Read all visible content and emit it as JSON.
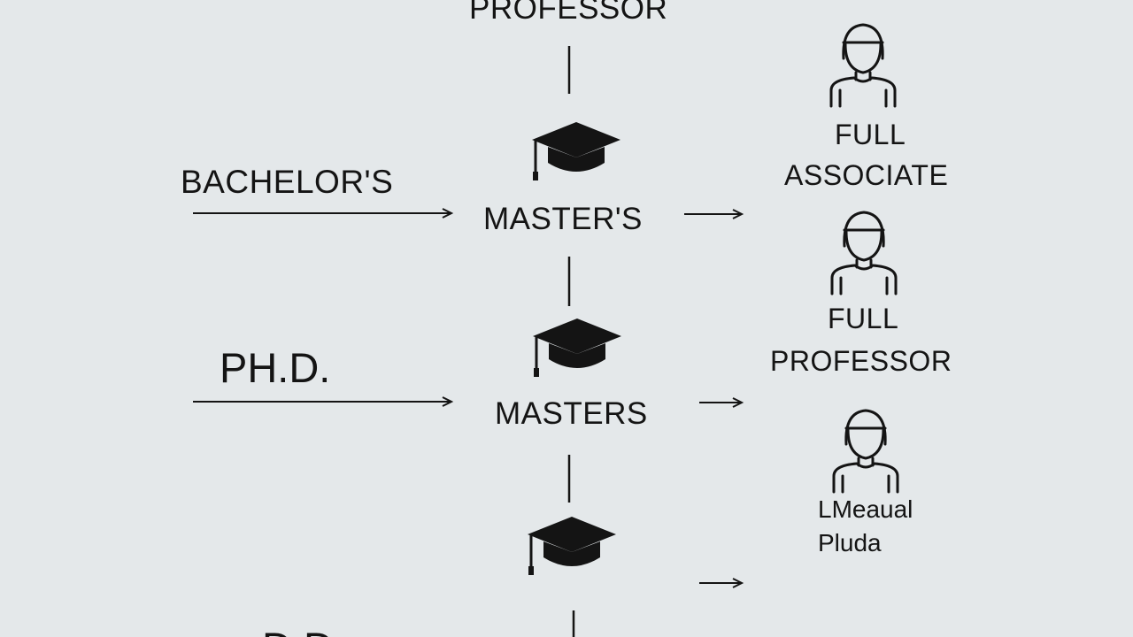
{
  "diagram": {
    "top_label": "PROFESSOR",
    "left_labels": {
      "bachelors": "BACHELOR'S",
      "phd": "PH.D.",
      "bottom_partial": "D D"
    },
    "middle_labels": {
      "masters_1": "MASTER'S",
      "masters_2": "MASTERS"
    },
    "right_labels": {
      "full_associate_line1": "FULL",
      "full_associate_line2": "ASSOCIATE",
      "full_professor_line1": "FULL",
      "full_professor_line2": "PROFESSOR",
      "garbled_line1": "LMeaual",
      "garbled_line2": "Pluda"
    },
    "icons": [
      "graduation-cap-icon",
      "graduation-cap-icon",
      "graduation-cap-icon",
      "professor-person-icon",
      "professor-person-icon",
      "professor-person-icon"
    ],
    "colors": {
      "background": "#e4e8ea",
      "ink": "#141414"
    }
  }
}
